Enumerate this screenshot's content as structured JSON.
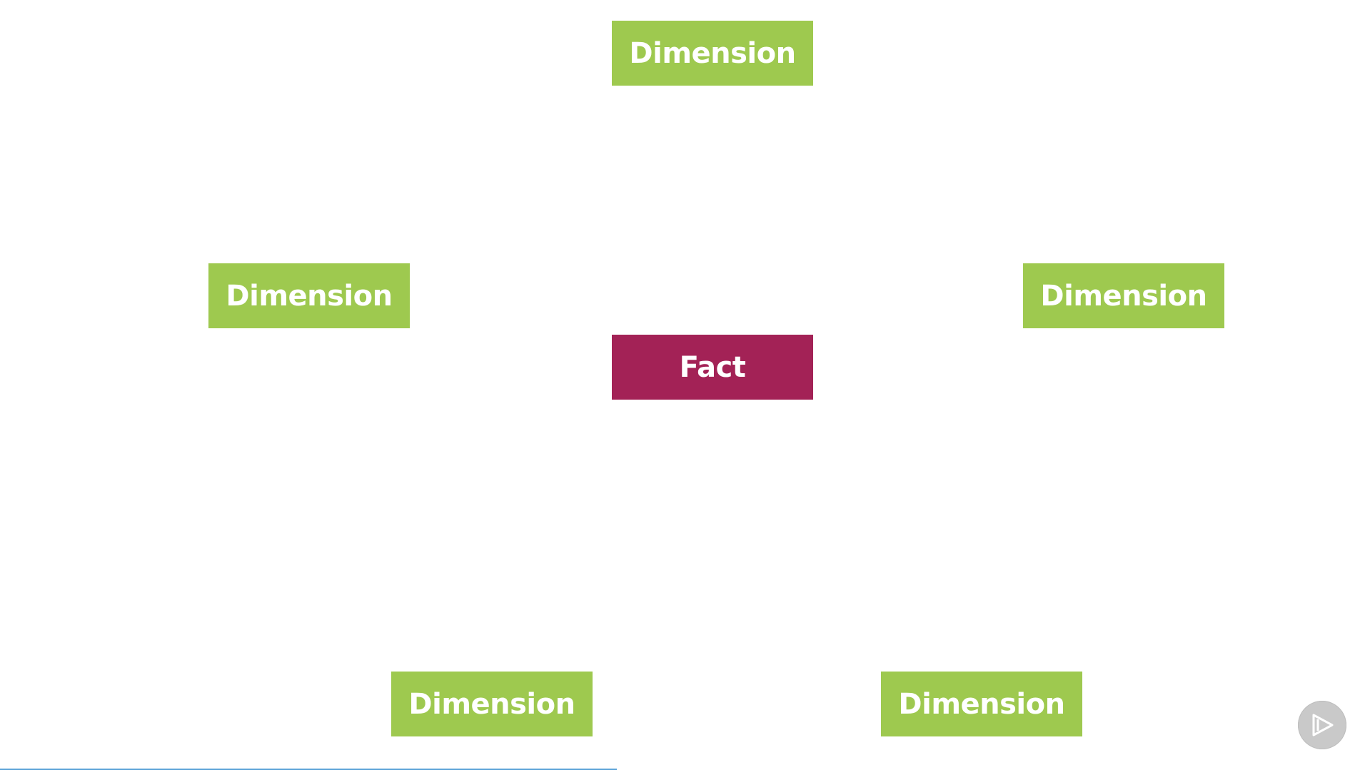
{
  "diagram": {
    "center": {
      "label": "Fact",
      "color": "#a32256"
    },
    "dimensions": [
      {
        "id": "top",
        "label": "Dimension"
      },
      {
        "id": "left",
        "label": "Dimension"
      },
      {
        "id": "right",
        "label": "Dimension"
      },
      {
        "id": "bottom_left",
        "label": "Dimension"
      },
      {
        "id": "bottom_right",
        "label": "Dimension"
      }
    ],
    "dimension_color": "#9ec94f"
  },
  "player": {
    "progress_fraction": 0.45,
    "progress_color": "#5aa2d8",
    "play_icon": "play-icon"
  }
}
